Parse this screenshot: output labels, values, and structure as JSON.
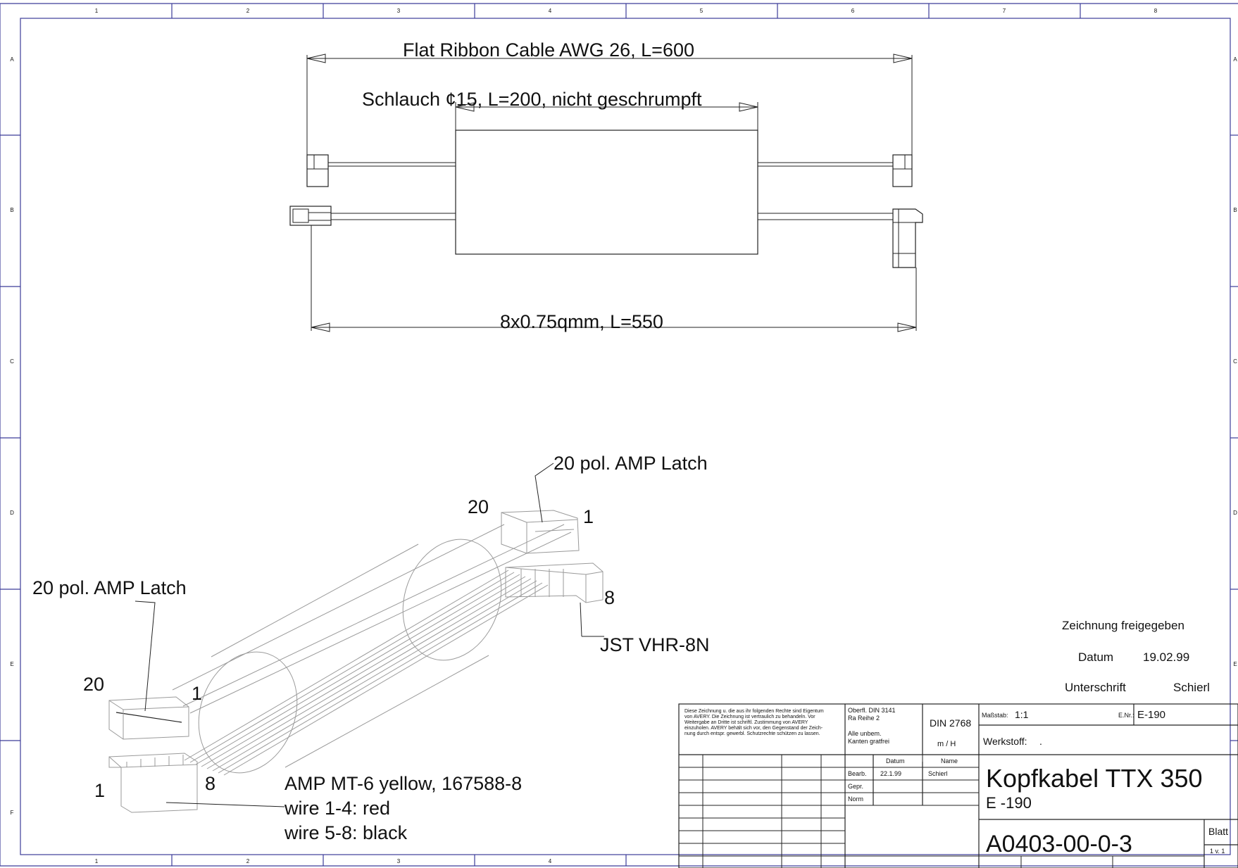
{
  "border": {
    "columns": [
      "1",
      "2",
      "3",
      "4",
      "5",
      "6",
      "7",
      "8"
    ],
    "rows": [
      "A",
      "B",
      "C",
      "D",
      "E",
      "F"
    ]
  },
  "top_view": {
    "ribbon_dim": "Flat Ribbon Cable AWG 26, L=600",
    "sleeve_dim": "Schlauch ¢15, L=200, nicht geschrumpft",
    "wires_dim": "8x0.75qmm, L=550"
  },
  "iso_view": {
    "latch_right_label": "20 pol. AMP Latch",
    "latch_left_label": "20 pol. AMP Latch",
    "jst_label": "JST VHR-8N",
    "pin_20_right": "20",
    "pin_1_right": "1",
    "pin_8_right": "8",
    "pin_20_left": "20",
    "pin_1_left_latch": "1",
    "pin_1_left": "1",
    "pin_8_left": "8",
    "amp_note": [
      "AMP MT-6 yellow, 167588-8",
      "wire 1-4: red",
      "wire 5-8: black"
    ]
  },
  "approval": {
    "title": "Zeichnung freigegeben",
    "date_label": "Datum",
    "date_value": "19.02.99",
    "sign_label": "Unterschrift",
    "sign_value": "Schierl"
  },
  "title_block": {
    "legal": [
      "Diese Zeichnung u. die aus ihr folgenden Rechte sind Eigentum",
      "von AVERY. Die Zeichnung ist vertraulich zu behandeln. Vor",
      "Weitergabe an Dritte ist schriftl. Zustimmung von AVERY",
      "einzuholen. AVERY behält sich vor, den Gegenstand der Zeich-",
      "nung durch entspr. gewerbl. Schutzrechte schützen zu lassen."
    ],
    "surface": [
      "Oberfl. DIN 3141",
      "Ra Reihe 2"
    ],
    "edges": [
      "Alle unbem.",
      "Kanten gratfrei"
    ],
    "din": "DIN 2768",
    "tolerance": "m / H",
    "scale_label": "Maßstab:",
    "scale_value": "1:1",
    "enr_label": "E.Nr.:",
    "enr_value": "E-190",
    "material_label": "Werkstoff:",
    "material_value": ".",
    "col_date": "Datum",
    "col_name": "Name",
    "bearb": "Bearb.",
    "bearb_date": "22.1.99",
    "bearb_name": "Schierl",
    "gepr": "Gepr.",
    "norm": "Norm",
    "title": "Kopfkabel TTX 350",
    "subtitle": "E -190",
    "drawing_no": "A0403-00-0-3",
    "sheet_label": "Blatt",
    "sheet_value": "1 v. 1"
  }
}
